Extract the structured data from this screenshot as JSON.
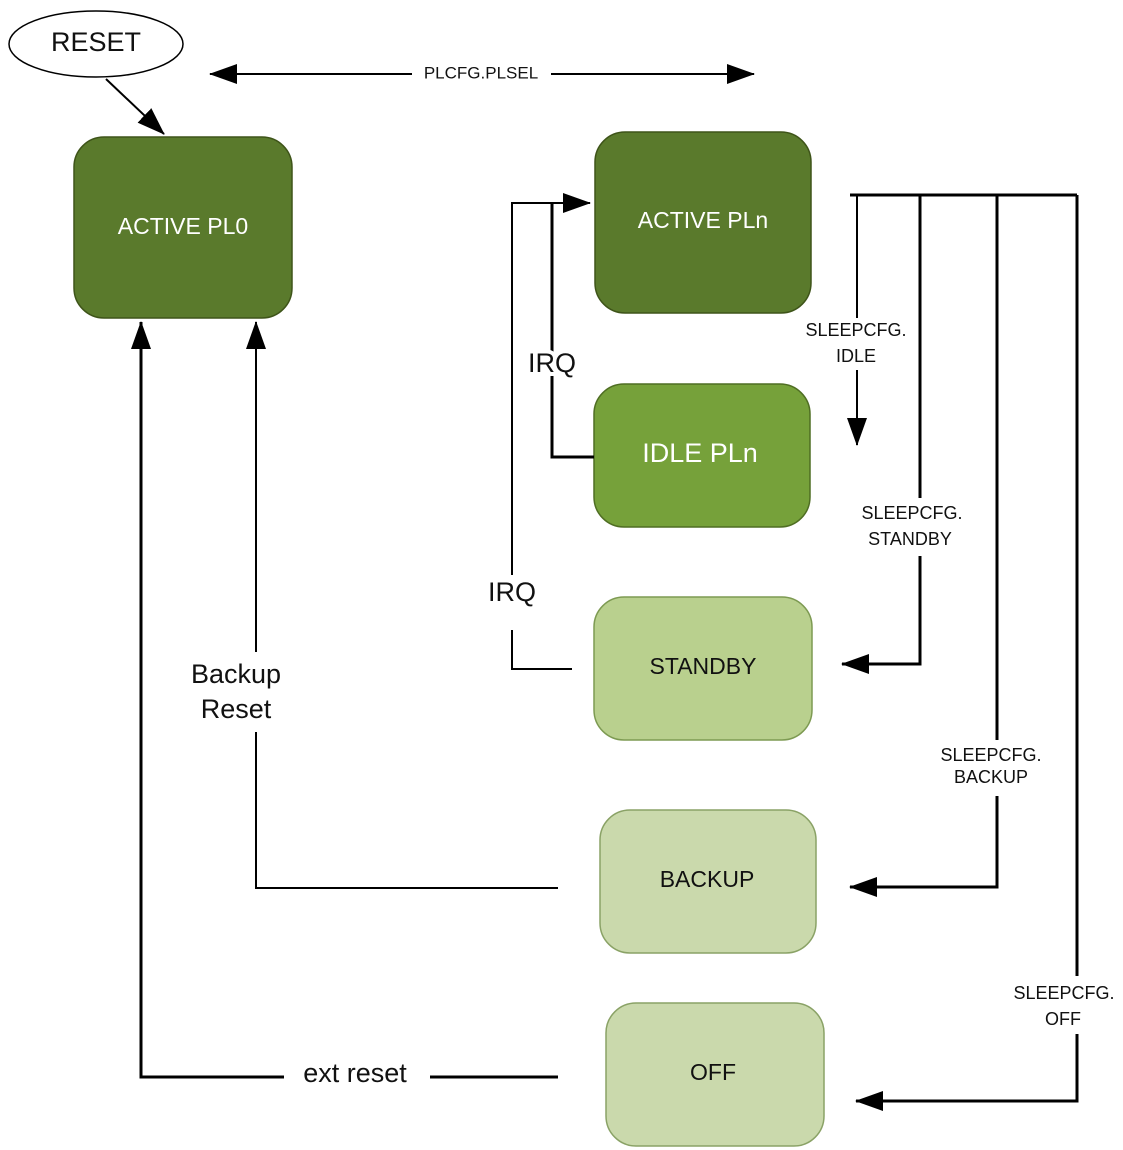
{
  "reset_label": "RESET",
  "top_arrow_label": "PLCFG.PLSEL",
  "states": {
    "active_pl0": "ACTIVE PL0",
    "active_pln": "ACTIVE PLn",
    "idle_pln": "IDLE PLn",
    "standby": "STANDBY",
    "backup": "BACKUP",
    "off": "OFF"
  },
  "transitions": {
    "irq_idle": "IRQ",
    "irq_standby": "IRQ",
    "backup_reset_line1": "Backup",
    "backup_reset_line2": "Reset",
    "ext_reset": "ext reset",
    "sleep_idle_line1": "SLEEPCFG.",
    "sleep_idle_line2": "IDLE",
    "sleep_standby_line1": "SLEEPCFG.",
    "sleep_standby_line2": "STANDBY",
    "sleep_backup_line1": "SLEEPCFG.",
    "sleep_backup_line2": "BACKUP",
    "sleep_off_line1": "SLEEPCFG.",
    "sleep_off_line2": "OFF"
  },
  "colors": {
    "active": "#5a7a2c",
    "idle": "#76a13a",
    "standby": "#b9d08e",
    "backup": "#cad9ac",
    "off": "#cad9ac"
  }
}
